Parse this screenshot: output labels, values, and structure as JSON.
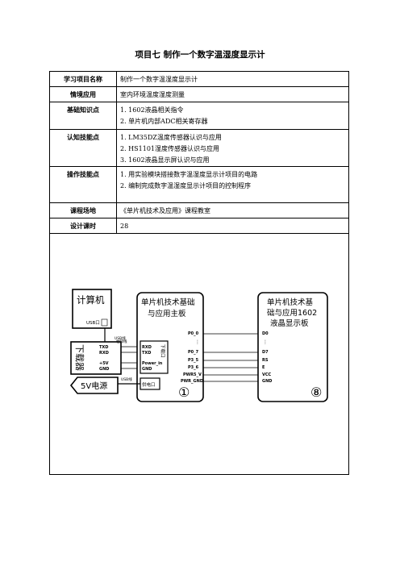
{
  "title": "项目七  制作一个数字温湿度显示计",
  "rows": [
    {
      "label": "学习项目名称",
      "lines": [
        "制作一个数字温湿度显示计"
      ]
    },
    {
      "label": "情境应用",
      "lines": [
        "室内环境温度湿度测量"
      ]
    },
    {
      "label": "基础知识点",
      "lines": [
        "1. 1602液晶相关指令",
        "2. 单片机内部ADC相关寄存器"
      ]
    },
    {
      "label": "认知技能点",
      "lines": [
        "1. LM35DZ温度传感器认识与应用",
        "2. HS1101湿度传感器认识与应用",
        "3. 1602液晶显示屏认识与应用"
      ]
    },
    {
      "label": "操作技能点",
      "lines": [
        "1. 用实验模块搭接数字温湿度显示计项目的电路",
        "2. 编制完成数字温湿度显示计项目的控制程序"
      ]
    },
    {
      "label": "课程场地",
      "lines": [
        "《单片机技术及应用》课程教室"
      ]
    },
    {
      "label": "设计课时",
      "lines": [
        "28"
      ]
    }
  ],
  "diagram": {
    "computer": "计算机",
    "usb_port": "USB口",
    "usb_cable": "USB线",
    "downloader": "下载器",
    "dl_pins": [
      "TXD",
      "RXD",
      "+5V",
      "GND"
    ],
    "dupont": "杜邦线",
    "main_board_title": [
      "单片机技术基础",
      "与应用主板"
    ],
    "dl_port": "下载口",
    "mb_pins": [
      "RXD",
      "TXD",
      "Power_in",
      "GND"
    ],
    "supply_port": "供电口",
    "power_5v": "5V电源",
    "usb_cable2": "USB线",
    "main_board_num": "①",
    "mb_signals": [
      "P0_0",
      "⋮",
      "P0_7",
      "P3_5",
      "P3_6",
      "PWR5_V",
      "PWR_GND"
    ],
    "lcd_board_title": [
      "单片机技术基",
      "础与应用1602",
      "液晶显示板"
    ],
    "lcd_signals": [
      "D0",
      "⋮",
      "D7",
      "RS",
      "E",
      "VCC",
      "GND"
    ],
    "lcd_board_num": "⑧"
  }
}
